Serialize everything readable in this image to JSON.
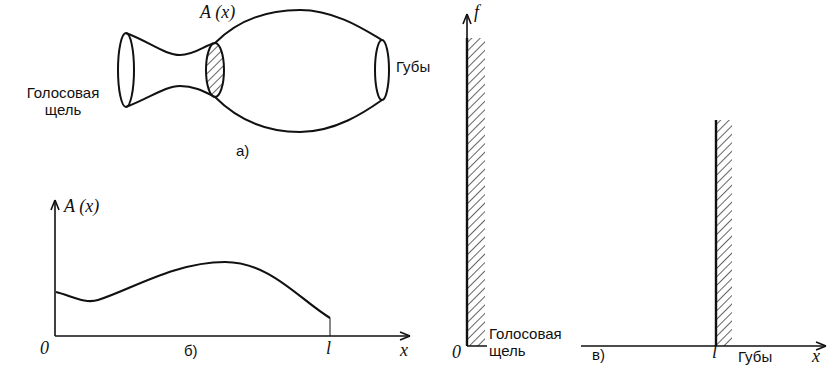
{
  "diagram": {
    "labels": [
      "A (x)",
      "Голосовая щель",
      "Губы",
      "а)",
      "A (x)",
      "0",
      "l",
      "x",
      "б)",
      "f",
      "0",
      "l",
      "x",
      "Голосовая щель",
      "Губы",
      "в)"
    ]
  }
}
